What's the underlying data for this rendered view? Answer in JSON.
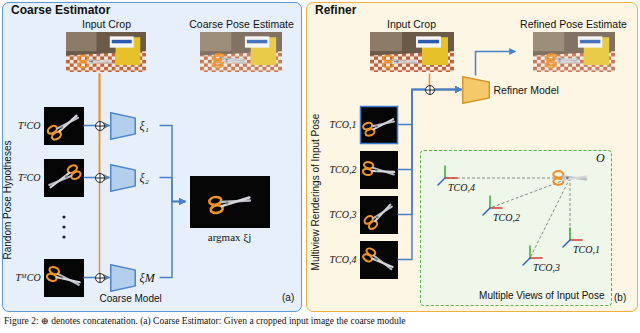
{
  "diagram": {
    "caption": "Figure 2: ⊕ denotes concatenation. (a) Coarse Estimator: Given a cropped input image the coarse module",
    "nodes": [
      {
        "text": [
          "Coarse Estimator"
        ]
      },
      {
        "text": [
          "Input Crop"
        ],
        "in": 0
      },
      {
        "text": [
          "Coarse Pose Estimate"
        ],
        "in": 0
      },
      {
        "text": [
          "T¹CO"
        ],
        "in": 0
      },
      {
        "text": [
          "T²CO"
        ],
        "in": 0
      },
      {
        "text": [
          "TᴹCO"
        ],
        "in": 0
      },
      {
        "text": [
          "ξ₁"
        ],
        "in": 0
      },
      {
        "text": [
          "ξ₂"
        ],
        "in": 0
      },
      {
        "text": [
          "ξM",
          "Coarse Model"
        ],
        "in": 0
      },
      {
        "text": [
          "argmax ξj"
        ],
        "in": 0
      },
      {
        "text": [
          "Refiner"
        ]
      },
      {
        "text": [
          "Input Crop"
        ],
        "in": 10
      },
      {
        "text": [
          "Refined Pose Estimate"
        ],
        "in": 10
      },
      {
        "text": [
          "Refiner Model"
        ],
        "in": 10
      },
      {
        "text": [
          "TCO,1"
        ],
        "in": 10
      },
      {
        "text": [
          "TCO,2"
        ],
        "in": 10
      },
      {
        "text": [
          "TCO,3"
        ],
        "in": 10
      },
      {
        "text": [
          "TCO,4"
        ],
        "in": 10
      },
      {
        "text": [
          "Multiple Views of Input Pose"
        ],
        "in": 10
      }
    ],
    "edges": [
      {
        "from": 1,
        "to": 6,
        "arrow": "to"
      },
      {
        "from": 1,
        "to": 7,
        "arrow": "to"
      },
      {
        "from": 1,
        "to": 8,
        "arrow": "to"
      },
      {
        "from": 3,
        "to": 6,
        "arrow": "to"
      },
      {
        "from": 4,
        "to": 7,
        "arrow": "to"
      },
      {
        "from": 5,
        "to": 8,
        "arrow": "to"
      },
      {
        "from": 6,
        "to": 9,
        "arrow": "to"
      },
      {
        "from": 7,
        "to": 9,
        "arrow": "to"
      },
      {
        "from": 8,
        "to": 9,
        "arrow": "to"
      },
      {
        "from": 11,
        "to": 13,
        "arrow": "to"
      },
      {
        "from": 14,
        "to": 13,
        "arrow": "to"
      },
      {
        "from": 15,
        "to": 13,
        "arrow": "to"
      },
      {
        "from": 16,
        "to": 13,
        "arrow": "to"
      },
      {
        "from": 17,
        "to": 13,
        "arrow": "to"
      },
      {
        "from": 13,
        "to": 12,
        "arrow": "to"
      }
    ],
    "labels": [
      "Random Pose Hypotheses",
      "(a)",
      "Multiview Renderings of Input Pose",
      "(b)",
      "TCO,1",
      "TCO,2",
      "TCO,3",
      "TCO,4",
      "O"
    ]
  }
}
